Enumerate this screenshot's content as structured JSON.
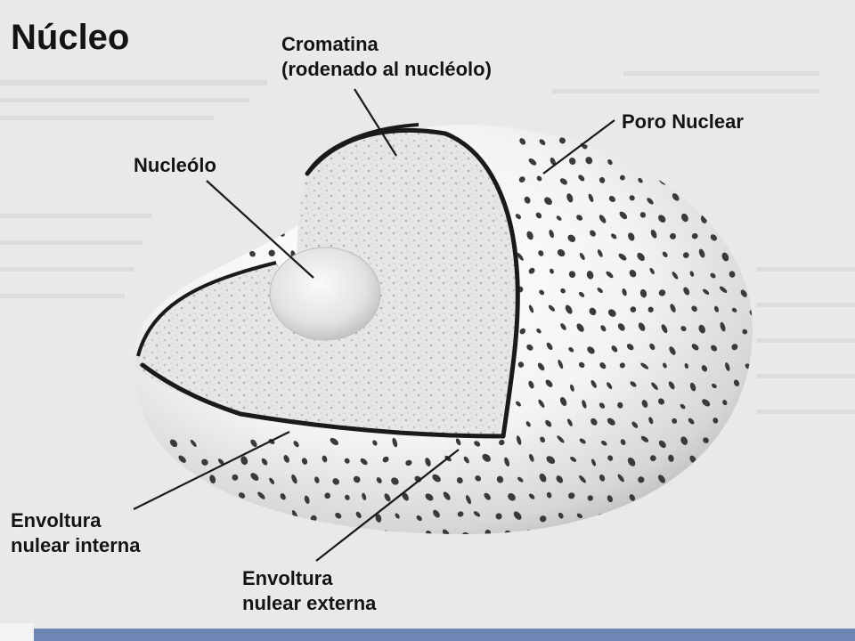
{
  "title": "Núcleo",
  "labels": {
    "cromatina": [
      "Cromatina",
      "(rodenado al nucléolo)"
    ],
    "poro_nuclear": "Poro Nuclear",
    "nucleolo": "Nucleólo",
    "envoltura_interna": [
      "Envoltura",
      "nulear interna"
    ],
    "envoltura_externa": [
      "Envoltura",
      "nulear externa"
    ]
  },
  "colors": {
    "background": "#e9e9e9",
    "ink": "#141414",
    "bottom_bar": "#6f86b5"
  }
}
